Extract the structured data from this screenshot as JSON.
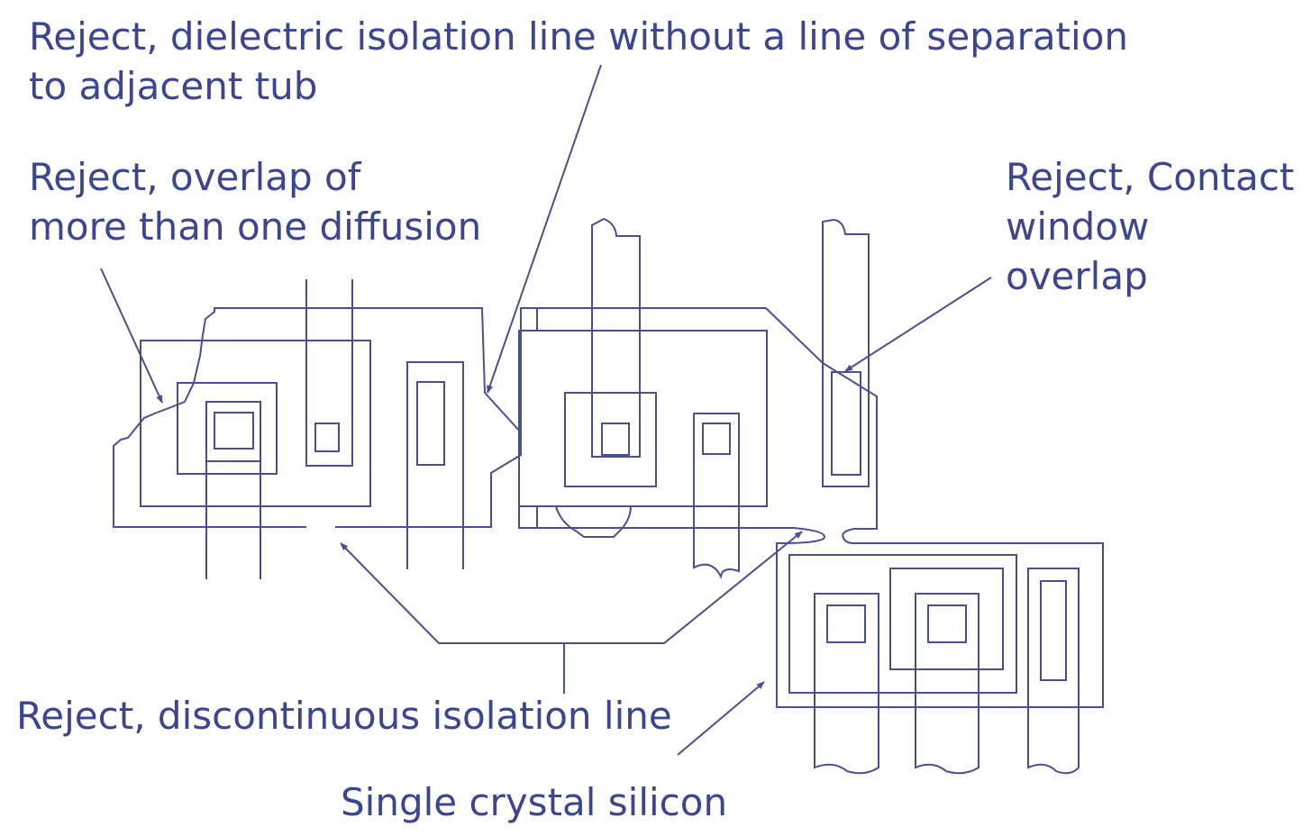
{
  "colors": {
    "ink": "#3c4690",
    "line": "#4a4f92",
    "background": "#ffffff"
  },
  "labels": {
    "dielectric": {
      "line1": "Reject, dielectric isolation line without a line of separation",
      "line2": "to adjacent tub"
    },
    "overlap": {
      "line1": "Reject, overlap of",
      "line2": "more than one diffusion"
    },
    "contact": {
      "line1": "Reject, Contact",
      "line2": "window",
      "line3": "overlap"
    },
    "discontinuous": "Reject, discontinuous isolation line",
    "silicon": "Single crystal silicon"
  }
}
